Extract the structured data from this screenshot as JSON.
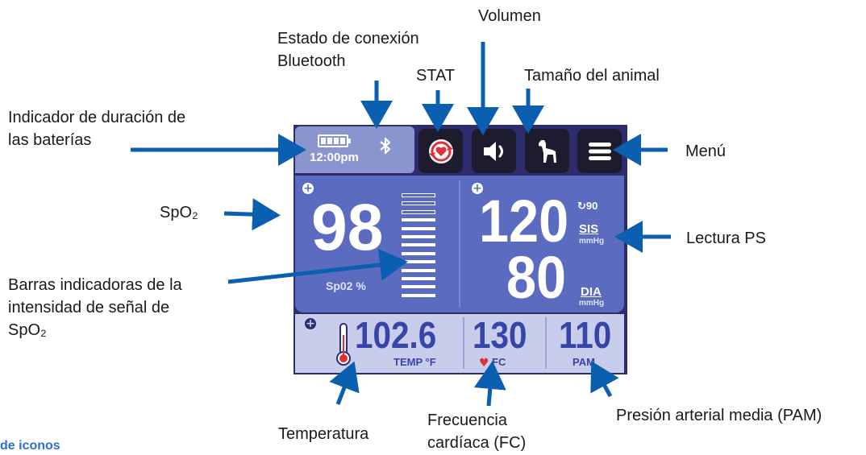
{
  "callouts": {
    "bluetooth": "Estado de conexión\nBluetooth",
    "volume": "Volumen",
    "stat": "STAT",
    "animal_size": "Tamaño del animal",
    "battery": "Indicador de duración de\nlas baterías",
    "menu": "Menú",
    "spo2": "SpO₂",
    "bp": "Lectura PS",
    "signal_bars": "Barras indicadoras de la\nintensidad de señal de\nSpO₂",
    "temperature": "Temperatura",
    "heart_rate": "Frecuencia\ncardíaca (FC)",
    "map": "Presión arterial media (PAM)",
    "section_heading": "de iconos"
  },
  "device": {
    "time": "12:00pm",
    "battery_level": 1.0,
    "bluetooth_icon": "bluetooth-icon",
    "buttons": [
      {
        "name": "stat-button",
        "icon": "stat-icon"
      },
      {
        "name": "volume-button",
        "icon": "speaker-icon"
      },
      {
        "name": "animal-size-button",
        "icon": "dog-icon"
      },
      {
        "name": "menu-button",
        "icon": "hamburger-icon"
      }
    ],
    "spo2": {
      "value": "98",
      "label": "Sp02 %"
    },
    "signal_bars": {
      "total": 13,
      "filled": 10
    },
    "bp": {
      "interval": "90",
      "systolic": "120",
      "systolic_label": "SIS",
      "diastolic": "80",
      "diastolic_label": "DIA",
      "unit": "mmHg"
    },
    "temp": {
      "value": "102.6",
      "label": "TEMP °F"
    },
    "hr": {
      "value": "130",
      "label": "FC"
    },
    "map": {
      "value": "110",
      "label": "PAM"
    }
  },
  "colors": {
    "arrow": "#0b5fb0",
    "main_panel": "#5b6cc0",
    "bottom_panel": "#c7cdea",
    "status_bar": "#8a95cf",
    "button": "#1c1c2e",
    "heading": "#2a6fd6",
    "heart": "#e0303a"
  }
}
